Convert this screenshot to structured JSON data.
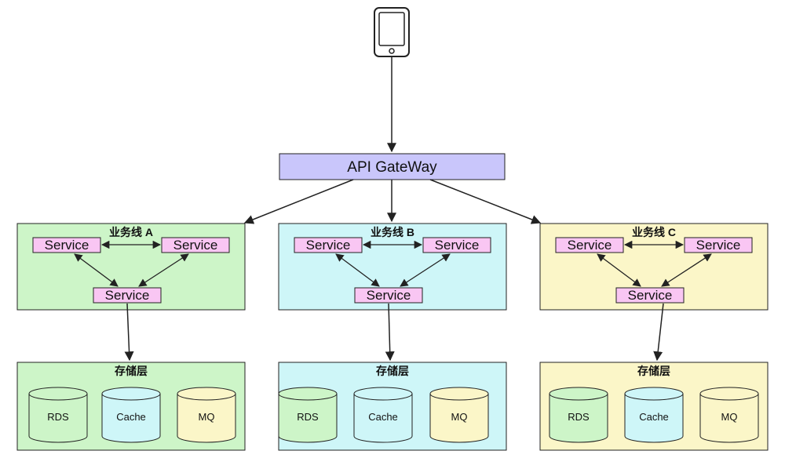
{
  "gateway": {
    "label": "API GateWay"
  },
  "lines": [
    {
      "title": "业务线 A",
      "services": [
        "Service",
        "Service",
        "Service"
      ],
      "storage": {
        "title": "存储层",
        "items": [
          "RDS",
          "Cache",
          "MQ"
        ]
      },
      "theme": "green"
    },
    {
      "title": "业务线 B",
      "services": [
        "Service",
        "Service",
        "Service"
      ],
      "storage": {
        "title": "存储层",
        "items": [
          "RDS",
          "Cache",
          "MQ"
        ]
      },
      "theme": "cyan"
    },
    {
      "title": "业务线 C",
      "services": [
        "Service",
        "Service",
        "Service"
      ],
      "storage": {
        "title": "存储层",
        "items": [
          "RDS",
          "Cache",
          "MQ"
        ]
      },
      "theme": "yellow"
    }
  ],
  "colors": {
    "gateway_fill": "#c9c6fb",
    "service_fill": "#f9c6f3",
    "green_fill": "#cdf5c8",
    "cyan_fill": "#cef6f8",
    "yellow_fill": "#fbf6c8",
    "stroke": "#222222",
    "db_rds": "#cdf5c8",
    "db_cache": "#cef6f8",
    "db_mq": "#fbf6c8"
  },
  "icons": {
    "client": "smartphone-icon"
  }
}
